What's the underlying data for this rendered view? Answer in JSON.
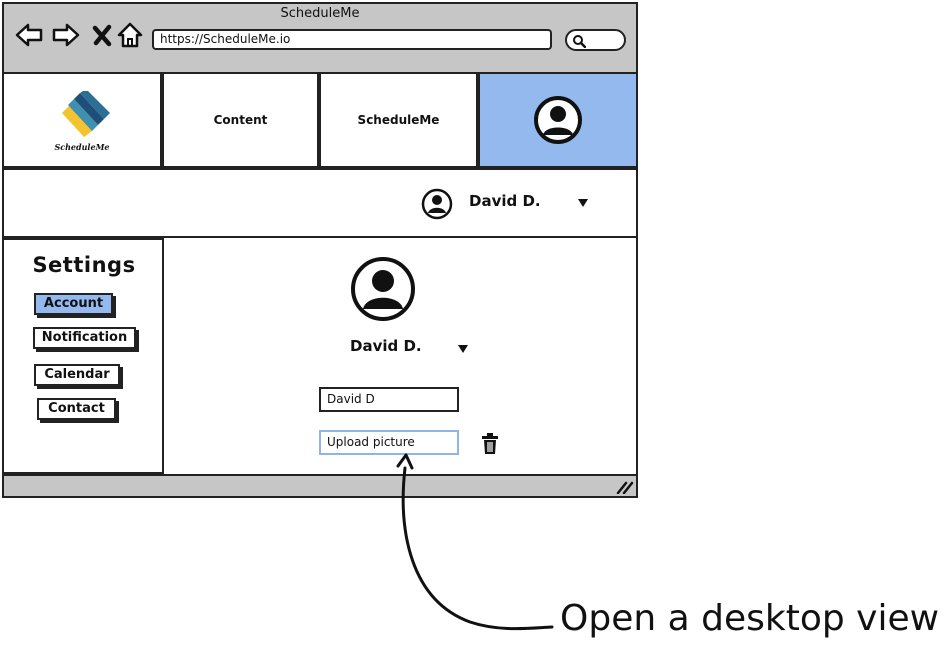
{
  "window": {
    "title": "ScheduleMe"
  },
  "browser": {
    "url": "https://ScheduleMe.io",
    "icons": [
      "back-arrow-icon",
      "forward-arrow-icon",
      "close-icon",
      "home-icon",
      "search-icon"
    ]
  },
  "topnav": {
    "logo_text": "ScheduleMe",
    "content_label": "Content",
    "app_label": "ScheduleMe",
    "profile_icon": "user-avatar-icon"
  },
  "userbar": {
    "name": "David D."
  },
  "sidebar": {
    "title": "Settings",
    "items": [
      {
        "label": "Account",
        "active": true
      },
      {
        "label": "Notification",
        "active": false
      },
      {
        "label": "Calendar",
        "active": false
      },
      {
        "label": "Contact",
        "active": false
      }
    ]
  },
  "profile": {
    "name": "David D.",
    "name_field_value": "David D",
    "upload_label": "Upload picture",
    "delete_icon": "trash-icon"
  },
  "annotation": {
    "text": "Open a desktop view"
  },
  "colors": {
    "accent": "#93b9ef",
    "chrome": "#c6c6c6",
    "ink": "#111111"
  }
}
